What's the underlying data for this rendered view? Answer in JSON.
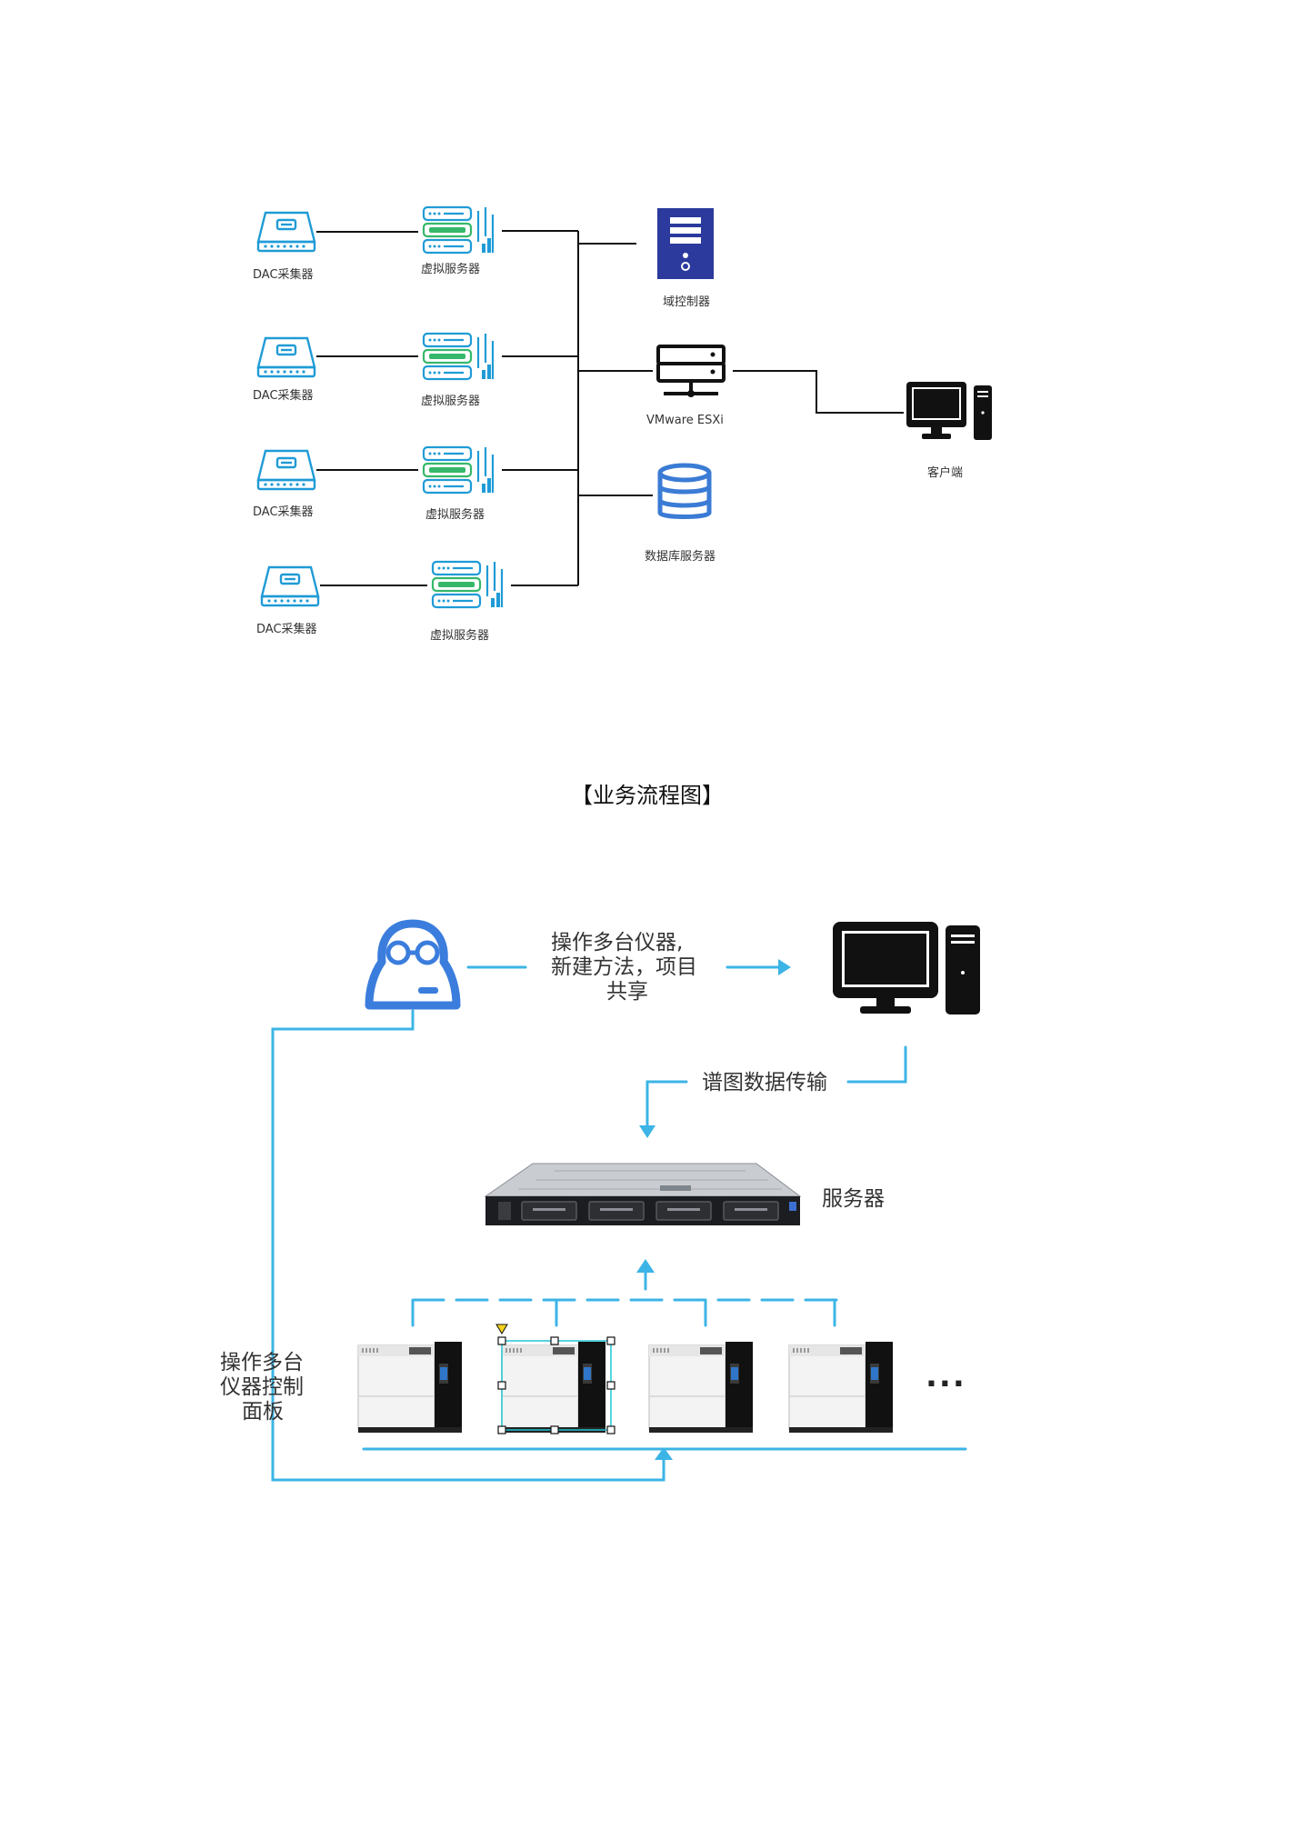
{
  "topology": {
    "collectors": [
      {
        "label": "DAC采集器"
      },
      {
        "label": "DAC采集器"
      },
      {
        "label": "DAC采集器"
      },
      {
        "label": "DAC采集器"
      }
    ],
    "virtual_servers": [
      {
        "label": "虚拟服务器"
      },
      {
        "label": "虚拟服务器"
      },
      {
        "label": "虚拟服务器"
      },
      {
        "label": "虚拟服务器"
      }
    ],
    "domain_controller": {
      "label": "域控制器"
    },
    "vmware": {
      "label": "VMware  ESXi"
    },
    "database_server": {
      "label": "数据库服务器"
    },
    "client": {
      "label": "客户端"
    },
    "colors": {
      "accent": "#1f9bd6",
      "dark_blue": "#2b3a9c",
      "db_blue": "#3a7bd5",
      "green": "#35b86b",
      "line": "#111111"
    }
  },
  "section_caption": "【业务流程图】",
  "flow": {
    "step1_line1": "操作多台仪器,",
    "step1_line2": "新建方法，项目",
    "step1_line3": "共享",
    "step2": "谱图数据传输",
    "server_label": "服务器",
    "panel_line1": "操作多台",
    "panel_line2": "仪器控制",
    "panel_line3": "面板",
    "ellipsis": "...",
    "colors": {
      "flow_line": "#3cb4e6",
      "user_icon": "#3b7ddd"
    }
  }
}
